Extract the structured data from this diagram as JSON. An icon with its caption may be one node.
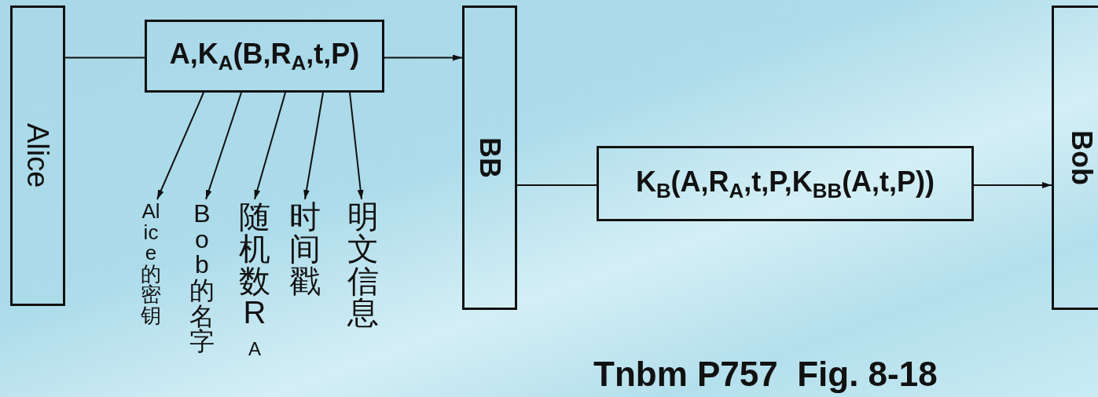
{
  "diagram": {
    "caption": "Tnbm P757  Fig. 8-18",
    "nodes": [
      {
        "text": [
          "Alice"
        ]
      },
      {
        "text": [
          "A,K$_{A}$(B,R$_{A}$,t,P)"
        ]
      },
      {
        "text": [
          "BB"
        ]
      },
      {
        "text": [
          "K$_{B}$(A,R$_{A}$,t,P,K$_{BB}$(A,t,P))"
        ]
      },
      {
        "text": [
          "Bob"
        ]
      },
      {
        "text": [
          "Alice的密钥"
        ]
      },
      {
        "text": [
          "Bob的名字"
        ]
      },
      {
        "text": [
          "随机数R$_{A}$"
        ]
      },
      {
        "text": [
          "时间戳"
        ]
      },
      {
        "text": [
          "明文信息"
        ]
      }
    ],
    "edges": [
      {
        "from": 0,
        "to": 1,
        "arrow": "none"
      },
      {
        "from": 1,
        "to": 2,
        "arrow": "to"
      },
      {
        "from": 2,
        "to": 3,
        "arrow": "none"
      },
      {
        "from": 3,
        "to": 4,
        "arrow": "to"
      },
      {
        "from": 1,
        "to": 5,
        "arrow": "to"
      },
      {
        "from": 1,
        "to": 6,
        "arrow": "to"
      },
      {
        "from": 1,
        "to": 7,
        "arrow": "to"
      },
      {
        "from": 1,
        "to": 8,
        "arrow": "to"
      },
      {
        "from": 1,
        "to": 9,
        "arrow": "to"
      }
    ]
  }
}
